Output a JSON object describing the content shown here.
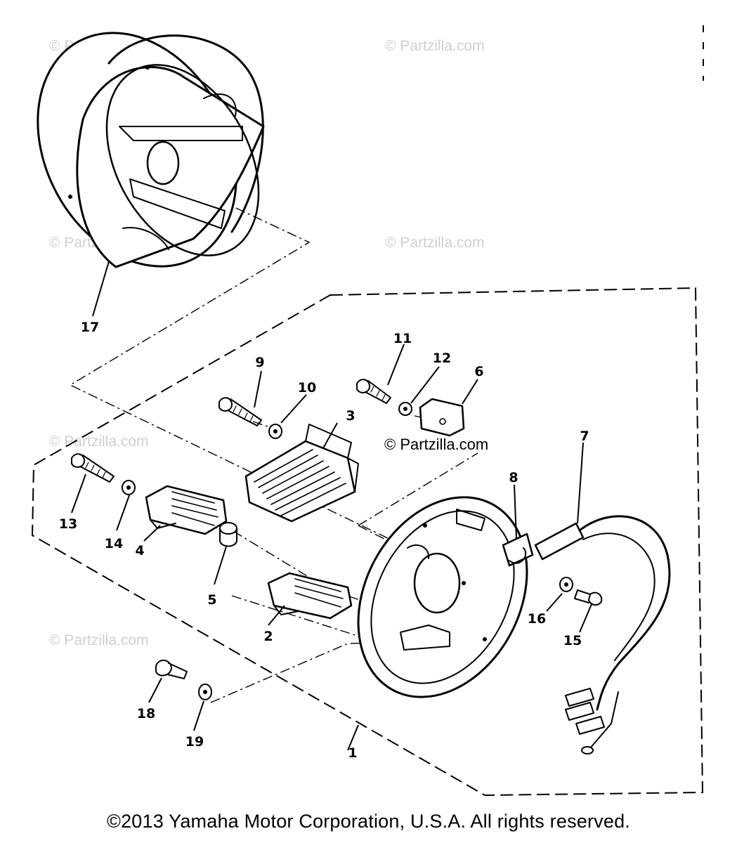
{
  "watermark_text": "© Partzilla.com",
  "inline_watermark_text": "© Partzilla.com",
  "copyright": "©2013 Yamaha Motor Corporation, U.S.A. All rights reserved.",
  "callouts": {
    "p1": "1",
    "p2": "2",
    "p3": "3",
    "p4": "4",
    "p5": "5",
    "p6": "6",
    "p7": "7",
    "p8": "8",
    "p9": "9",
    "p10": "10",
    "p11": "11",
    "p12": "12",
    "p13": "13",
    "p14": "14",
    "p15": "15",
    "p16": "16",
    "p17": "17",
    "p18": "18",
    "p19": "19"
  },
  "colors": {
    "ink": "#000000",
    "watermark": "#cfcfcf",
    "background": "#ffffff"
  }
}
